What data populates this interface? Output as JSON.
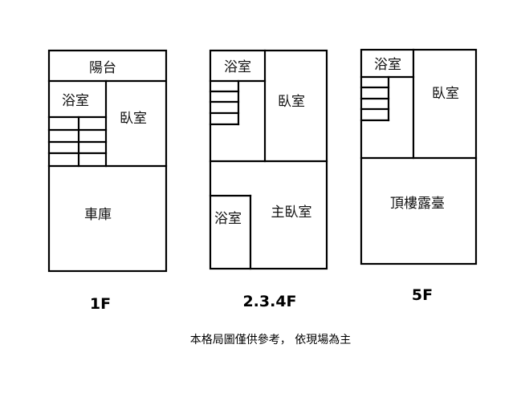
{
  "plans": [
    {
      "floor": "1F",
      "rooms": {
        "balcony": "陽台",
        "bathroom": "浴室",
        "bedroom": "臥室",
        "garage": "車庫"
      }
    },
    {
      "floor": "2.3.4F",
      "rooms": {
        "bathroom_upper": "浴室",
        "bedroom": "臥室",
        "bathroom_lower": "浴室",
        "master_bedroom": "主臥室"
      }
    },
    {
      "floor": "5F",
      "rooms": {
        "bathroom": "浴室",
        "bedroom": "臥室",
        "roof_terrace": "頂樓露臺"
      }
    }
  ],
  "caption": "本格局圖僅供參考， 依現場為主"
}
